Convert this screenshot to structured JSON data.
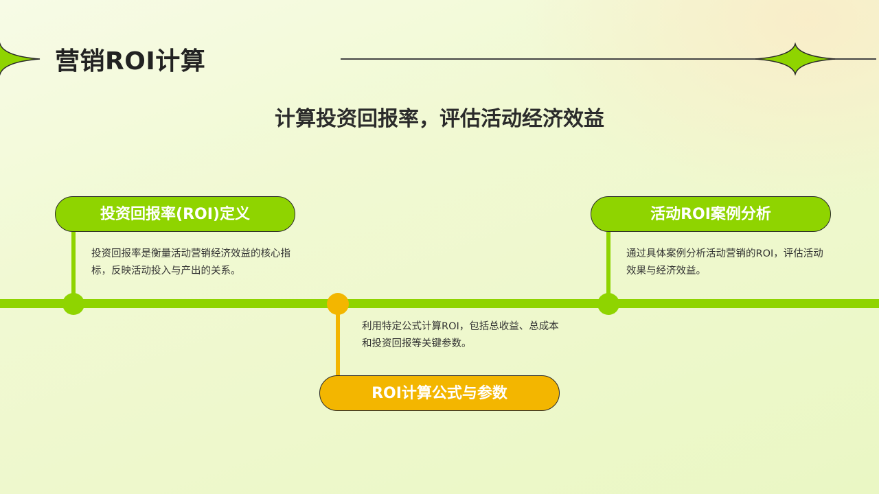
{
  "slide": {
    "title": "营销ROI计算",
    "subtitle": "计算投资回报率，评估活动经济效益"
  },
  "items": [
    {
      "heading": "投资回报率(ROI)定义",
      "text": "投资回报率是衡量活动营销经济效益的核心指标，反映活动投入与产出的关系。",
      "color": "#8fd400"
    },
    {
      "heading": "ROI计算公式与参数",
      "text": "利用特定公式计算ROI，包括总收益、总成本和投资回报等关键参数。",
      "color": "#f3b600"
    },
    {
      "heading": "活动ROI案例分析",
      "text": "通过具体案例分析活动营销的ROI，评估活动效果与经济效益。",
      "color": "#8fd400"
    }
  ],
  "decor": {
    "left_icon": "four-point-star-icon",
    "right_icon": "four-point-star-icon",
    "accent_green": "#8fd400",
    "accent_yellow": "#f3b600"
  }
}
